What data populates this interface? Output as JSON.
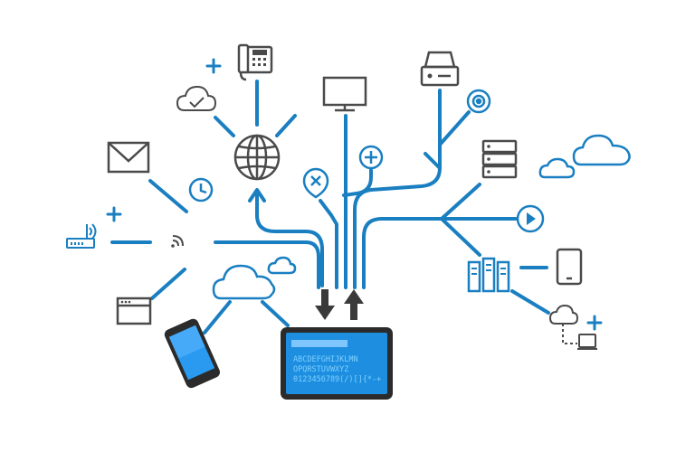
{
  "colors": {
    "line": "#1a7fc1",
    "icon": "#4a4a4a",
    "screen": "#1e8fe0",
    "screen_text": "#9ddcff",
    "tablet_frame": "#2b2b2b"
  },
  "tablet": {
    "line1": "ABCDEFGHIJKLMN",
    "line2": "OPQRSTUVWXYZ",
    "line3": "0123456789(/)[]{*-+"
  },
  "icons": [
    "desk-phone-icon",
    "cloud-check-icon",
    "plus-icon",
    "globe-icon",
    "monitor-icon",
    "hard-drive-icon",
    "target-icon",
    "plus-circle-icon",
    "close-marker-icon",
    "envelope-icon",
    "clock-icon",
    "router-icon",
    "wireless-icon",
    "server-icon",
    "cloud-icon",
    "play-icon",
    "browser-window-icon",
    "smartphone-icon",
    "tablet-icon",
    "server-rack-icon",
    "cloud-device-icon",
    "arrow-down-icon",
    "arrow-up-icon"
  ]
}
